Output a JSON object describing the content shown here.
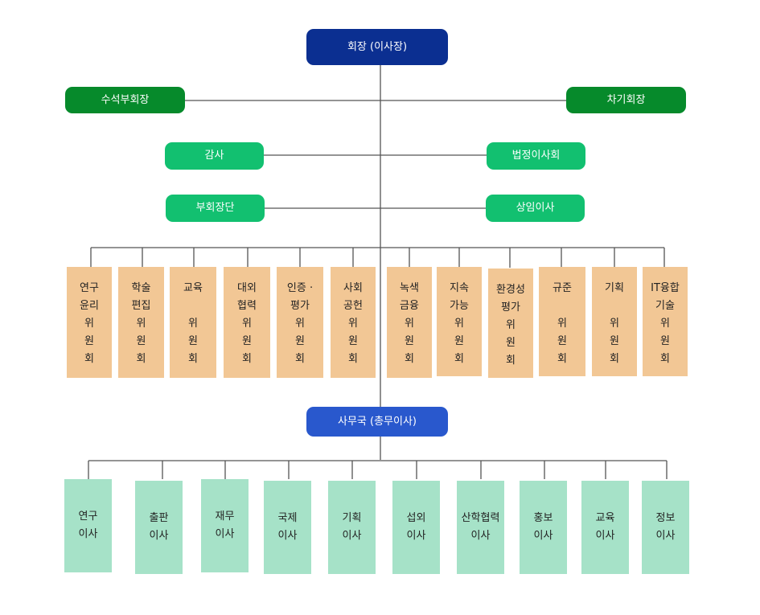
{
  "top": {
    "chair": "회장 (이사장)",
    "senior_vp": "수석부회장",
    "next_chair": "차기회장",
    "audit": "감사",
    "board": "법정이사회",
    "vp_group": "부회장단",
    "standing": "상임이사"
  },
  "committees": [
    "연구\n윤리\n위\n원\n회",
    "학술\n편집\n위\n원\n회",
    "교육\n\n위\n원\n회",
    "대외\n협력\n위\n원\n회",
    "인증 ·\n평가\n위\n원\n회",
    "사회\n공헌\n위\n원\n회",
    "녹색\n금융\n위\n원\n회",
    "지속\n가능\n위\n원\n회",
    "환경성\n평가\n위\n원\n회",
    "규준\n\n위\n원\n회",
    "기획\n\n위\n원\n회",
    "IT융합\n기술\n위\n원\n회"
  ],
  "secretariat": "사무국 (총무이사)",
  "directors": [
    "연구\n이사",
    "출판\n이사",
    "재무\n이사",
    "국제\n이사",
    "기획\n이사",
    "섭외\n이사",
    "산학협력\n이사",
    "홍보\n이사",
    "교육\n이사",
    "정보\n이사"
  ],
  "colors": {
    "navy": "#0b2f91",
    "dark_green": "#068a2b",
    "light_green": "#12c070",
    "blue": "#2958cd",
    "peach": "#f2c795",
    "mint": "#a6e2c8",
    "line": "#555555"
  }
}
